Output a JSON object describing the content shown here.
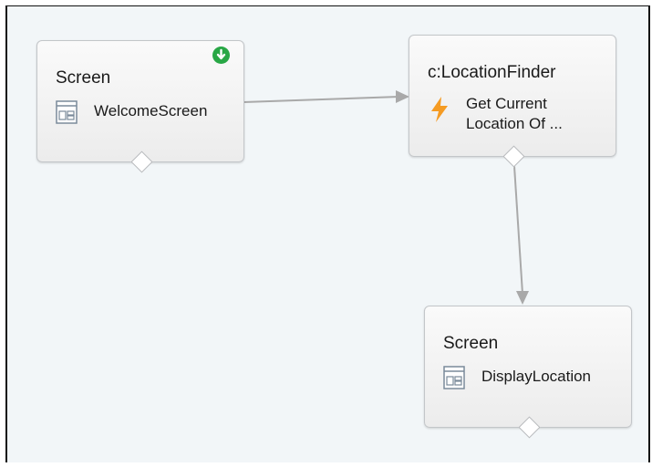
{
  "nodes": {
    "welcome": {
      "type": "Screen",
      "label": "WelcomeScreen",
      "icon": "screen-icon",
      "is_start": true
    },
    "location_finder": {
      "type": "c:LocationFinder",
      "label": "Get Current Location Of ...",
      "icon": "lightning-bolt-icon"
    },
    "display": {
      "type": "Screen",
      "label": "DisplayLocation",
      "icon": "screen-icon"
    }
  },
  "connections": [
    {
      "from": "WelcomeScreen",
      "to": "c:LocationFinder"
    },
    {
      "from": "c:LocationFinder",
      "to": "DisplayLocation"
    }
  ],
  "colors": {
    "canvas": "#f2f6f8",
    "connector": "#a9a9a9",
    "start_badge": "#28a745",
    "lightning": "#f59b23",
    "screen_icon": "#7a8a9a"
  }
}
